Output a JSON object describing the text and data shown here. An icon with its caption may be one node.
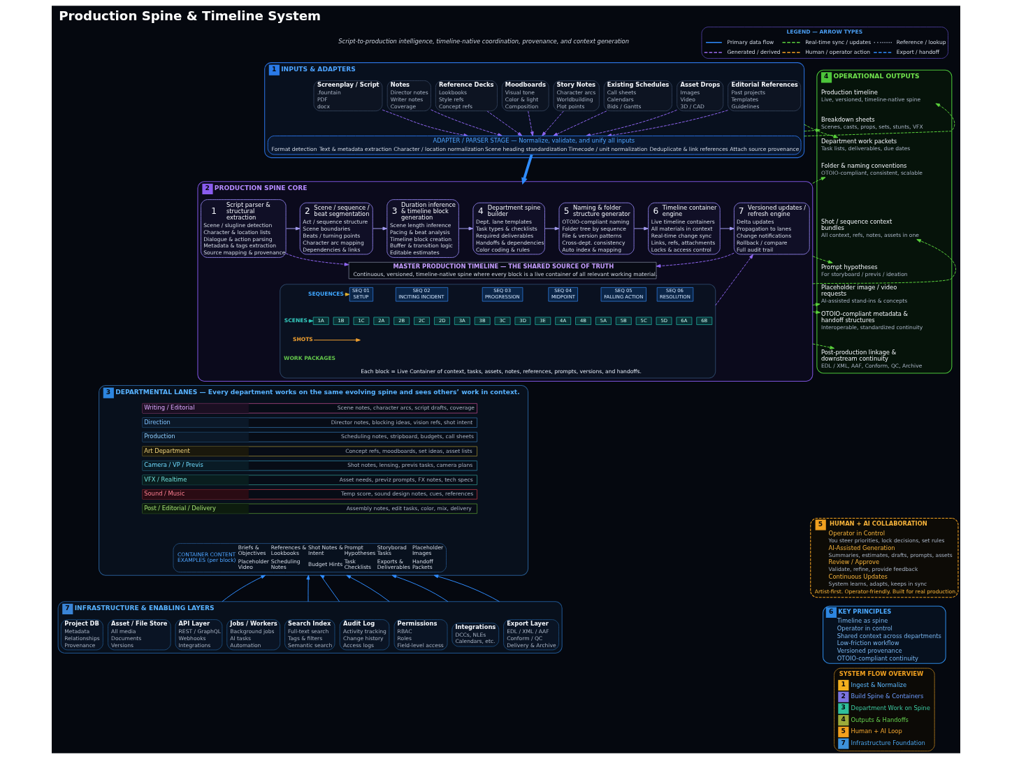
{
  "diagram": {
    "title": "Production Spine & Timeline System",
    "nodes": [
      {
        "text": [
          "1",
          "INPUTS & ADAPTERS"
        ]
      },
      {
        "text": [
          "Screenplay / Script",
          ".fountain",
          "PDF",
          "docx"
        ],
        "in": 0
      },
      {
        "text": [
          "Notes",
          "Director notes",
          "Writer notes",
          "Coverage"
        ],
        "in": 0
      },
      {
        "text": [
          "Reference Decks",
          "Lookbooks",
          "Style refs",
          "Concept refs"
        ],
        "in": 0
      },
      {
        "text": [
          "Moodboards",
          "Visual tone",
          "Color & light",
          "Composition"
        ],
        "in": 0
      },
      {
        "text": [
          "Story Notes",
          "Character arcs",
          "Worldbuilding",
          "Plot points"
        ],
        "in": 0
      },
      {
        "text": [
          "Existing Schedules",
          "Call sheets",
          "Calendars",
          "Bids / Gantts"
        ],
        "in": 0
      },
      {
        "text": [
          "Asset Drops",
          "Images",
          "Video",
          "3D / CAD"
        ],
        "in": 0
      },
      {
        "text": [
          "Editorial References",
          "Past projects",
          "Templates",
          "Guidelines"
        ],
        "in": 0
      },
      {
        "text": [
          "ADAPTER / PARSER STAGE — Normalize, validate, and unify all inputs",
          "Format detection",
          "Text & metadata extraction",
          "Character / location normalization",
          "Scene heading standardization",
          "Timecode / unit normalization",
          "Deduplicate & link references",
          "Attach source provenance"
        ],
        "in": 0
      },
      {
        "text": [
          "2",
          "PRODUCTION SPINE CORE"
        ]
      },
      {
        "text": [
          "1",
          "Script parser & structural extraction",
          "Scene / slugline detection",
          "Character & location lists",
          "Dialogue & action parsing",
          "Metadata & tags extraction",
          "Source mapping & provenance"
        ],
        "in": 10
      },
      {
        "text": [
          "2",
          "Scene / sequence / beat segmentation",
          "Act / sequence structure",
          "Scene boundaries",
          "Beats / turning points",
          "Character arc mapping",
          "Dependencies & links"
        ],
        "in": 10
      },
      {
        "text": [
          "3",
          "Duration inference & timeline block generation",
          "Scene length inference",
          "Pacing & beat analysis",
          "Timeline block creation",
          "Buffer & transition logic",
          "Editable estimates"
        ],
        "in": 10
      },
      {
        "text": [
          "4",
          "Department spine builder",
          "Dept. lane templates",
          "Task types & checklists",
          "Required deliverables",
          "Handoffs & dependencies",
          "Color coding & rules"
        ],
        "in": 10
      },
      {
        "text": [
          "5",
          "Naming & folder structure generator",
          "OTOIO-compliant naming",
          "Folder tree by sequence",
          "File & version patterns",
          "Cross-dept. consistency",
          "Auto index & mapping"
        ],
        "in": 10
      },
      {
        "text": [
          "6",
          "Timeline container engine",
          "Live timeline containers",
          "All materials in context",
          "Real-time change sync",
          "Links, refs, attachments",
          "Locks & access control"
        ],
        "in": 10
      },
      {
        "text": [
          "7",
          "Versioned updates / refresh engine",
          "Delta updates",
          "Propagation to lanes",
          "Change notifications",
          "Rollback / compare",
          "Full audit trail"
        ],
        "in": 10
      },
      {
        "text": [
          "MASTER PRODUCTION TIMELINE — THE SHARED SOURCE OF TRUTH",
          "Continuous, versioned, timeline-native spine where every block is a live container of all relevant working material."
        ],
        "in": 10
      },
      {
        "text": [
          "Each block = Live Container of context, tasks, assets, notes, references, prompts, versions, and handoffs."
        ],
        "in": 10
      },
      {
        "text": [
          "SEQUENCES"
        ],
        "in": 19
      },
      {
        "text": [
          "SEQ 01",
          "SETUP"
        ],
        "in": 19
      },
      {
        "text": [
          "SEQ 02",
          "INCITING INCIDENT"
        ],
        "in": 19
      },
      {
        "text": [
          "SEQ 03",
          "PROGRESSION"
        ],
        "in": 19
      },
      {
        "text": [
          "SEQ 04",
          "MIDPOINT"
        ],
        "in": 19
      },
      {
        "text": [
          "SEQ 05",
          "FALLING ACTION"
        ],
        "in": 19
      },
      {
        "text": [
          "SEQ 06",
          "RESOLUTION"
        ],
        "in": 19
      },
      {
        "text": [
          "SCENES"
        ],
        "in": 19
      },
      {
        "text": [
          "1A"
        ],
        "in": 19
      },
      {
        "text": [
          "1B"
        ],
        "in": 19
      },
      {
        "text": [
          "1C"
        ],
        "in": 19
      },
      {
        "text": [
          "2A"
        ],
        "in": 19
      },
      {
        "text": [
          "2B"
        ],
        "in": 19
      },
      {
        "text": [
          "2C"
        ],
        "in": 19
      },
      {
        "text": [
          "2D"
        ],
        "in": 19
      },
      {
        "text": [
          "3A"
        ],
        "in": 19
      },
      {
        "text": [
          "3B"
        ],
        "in": 19
      },
      {
        "text": [
          "3C"
        ],
        "in": 19
      },
      {
        "text": [
          "3D"
        ],
        "in": 19
      },
      {
        "text": [
          "3E"
        ],
        "in": 19
      },
      {
        "text": [
          "4A"
        ],
        "in": 19
      },
      {
        "text": [
          "4B"
        ],
        "in": 19
      },
      {
        "text": [
          "5A"
        ],
        "in": 19
      },
      {
        "text": [
          "5B"
        ],
        "in": 19
      },
      {
        "text": [
          "5C"
        ],
        "in": 19
      },
      {
        "text": [
          "5D"
        ],
        "in": 19
      },
      {
        "text": [
          "6A"
        ],
        "in": 19
      },
      {
        "text": [
          "6B"
        ],
        "in": 19
      },
      {
        "text": [
          "SHOTS"
        ],
        "in": 19
      },
      {
        "text": [
          "3",
          "DEPARTMENTAL LANES — Every department works on the same evolving spine and sees others’ work in context."
        ]
      },
      {
        "text": [
          "Writing / Editorial",
          "Scene notes, character arcs, script drafts, coverage"
        ],
        "in": 49
      },
      {
        "text": [
          "Direction",
          "Director notes, blocking ideas, vision refs, shot intent"
        ],
        "in": 49
      },
      {
        "text": [
          "Production",
          "Scheduling notes, stripboard, budgets, call sheets"
        ],
        "in": 49
      },
      {
        "text": [
          "Art Department",
          "Concept refs, moodboards, set ideas, asset lists"
        ],
        "in": 49
      },
      {
        "text": [
          "Camera / VP / Previs",
          "Shot notes, lensing, previs tasks, camera plans"
        ],
        "in": 49
      },
      {
        "text": [
          "VFX / Realtime",
          "Asset needs, previz prompts, FX notes, tech specs"
        ],
        "in": 49
      },
      {
        "text": [
          "Sound / Music",
          "Temp score, sound design notes, cues, references"
        ],
        "in": 49
      },
      {
        "text": [
          "Post / Editorial / Delivery",
          "Assembly notes, edit tasks, color, mix, delivery"
        ],
        "in": 49
      },
      {
        "text": [
          "CONTAINER CONTENT EXAMPLES (per block)",
          "Briefs & Objectives",
          "References & Lookbooks",
          "Shot Notes & Intent",
          "Prompt Hypotheses",
          "Storyborad Tasks",
          "Placeholder Images",
          "Placeholder Video",
          "Scheduling Notes",
          "Budget Hints",
          "Task Checklists",
          "Exports & Deliverables",
          "Handoff Packets"
        ],
        "in": 49
      },
      {
        "text": [
          "4",
          "OPERATIONAL OUTPUTS"
        ]
      },
      {
        "text": [
          "Production timeline",
          "Live, versioned, timeline-native spine"
        ],
        "in": 59
      },
      {
        "text": [
          "Breakdown sheets",
          "Scenes, casts, props, sets, stunts, VFX"
        ],
        "in": 59
      },
      {
        "text": [
          "Department work packets",
          "Task lists, deliverables, due dates"
        ],
        "in": 59
      },
      {
        "text": [
          "Folder & naming conventions",
          "OTOIO-compliant, consistent, scalable"
        ],
        "in": 59
      },
      {
        "text": [
          "Shot / sequence context bundles",
          "All context, refs, notes, assets in one"
        ],
        "in": 59
      },
      {
        "text": [
          "Prompt hypotheses",
          "For storyboard / previs / ideation"
        ],
        "in": 59
      },
      {
        "text": [
          "Placeholder image / video requests",
          "AI-assisted stand-ins & concepts"
        ],
        "in": 59
      },
      {
        "text": [
          "OTOIO-compliant metadata & handoff structures",
          "Interoperable, standardized continuity"
        ],
        "in": 59
      },
      {
        "text": [
          "Post-production linkage & downstream continuity",
          "EDL / XML, AAF, Conform, QC, Archive"
        ],
        "in": 59
      },
      {
        "text": [
          "5",
          "HUMAN + AI COLLABORATION",
          "Operator in Control",
          "You steer priorities, lock decisions, set rules",
          "AI-Assisted Generation",
          "Summaries, estimates, drafts, prompts, assets",
          "Review / Approve",
          "Validate, refine, provide feedback",
          "Continuous Updates",
          "System learns, adapts, keeps in sync",
          "Artist-first. Operator-friendly. Built for real production."
        ]
      },
      {
        "text": [
          "6",
          "KEY PRINCIPLES",
          "Timeline as spine",
          "Operator in control",
          "Shared context across departments",
          "Low-friction workflow",
          "Versioned provenance",
          "OTOIO-compliant continuity"
        ]
      },
      {
        "text": [
          "7",
          "INFRASTRUCTURE & ENABLING LAYERS"
        ]
      },
      {
        "text": [
          "Project DB",
          "Metadata",
          "Relationships",
          "Provenance"
        ],
        "in": 71
      },
      {
        "text": [
          "Asset / File Store",
          "All media",
          "Documents",
          "Versions"
        ],
        "in": 71
      },
      {
        "text": [
          "API Layer",
          "REST / GraphQL",
          "Webhooks",
          "Integrations"
        ],
        "in": 71
      },
      {
        "text": [
          "Jobs / Workers",
          "Background jobs",
          "AI tasks",
          "Automation"
        ],
        "in": 71
      },
      {
        "text": [
          "Search Index",
          "Full-text search",
          "Tags & filters",
          "Semantic search"
        ],
        "in": 71
      },
      {
        "text": [
          "Audit Log",
          "Activity tracking",
          "Change history",
          "Access logs"
        ],
        "in": 71
      },
      {
        "text": [
          "Permissions",
          "RBAC",
          "Roles",
          "Field-level access"
        ],
        "in": 71
      },
      {
        "text": [
          "Integrations",
          "DCCs, NLEs",
          "Calendars, etc."
        ],
        "in": 71
      },
      {
        "text": [
          "Export Layer",
          "EDL / XML / AAF",
          "Conform / QC",
          "Delivery & Archive"
        ],
        "in": 71
      },
      {
        "text": [
          "SYSTEM FLOW OVERVIEW",
          "1",
          "Ingest & Normalize",
          "2",
          "Build Spine & Containers",
          "3",
          "Department Work on Spine",
          "4",
          "Outputs & Handoffs",
          "5",
          "Human + AI Loop",
          "7",
          "Infrastructure Foundation"
        ]
      }
    ],
    "edges": [
      {
        "from": 1,
        "to": 9,
        "arrow": "to",
        "style": "dashed"
      },
      {
        "from": 2,
        "to": 9,
        "arrow": "to",
        "style": "dashed"
      },
      {
        "from": 3,
        "to": 9,
        "arrow": "to",
        "style": "dashed"
      },
      {
        "from": 4,
        "to": 9,
        "arrow": "to",
        "style": "dashed"
      },
      {
        "from": 5,
        "to": 9,
        "arrow": "to",
        "style": "dashed"
      },
      {
        "from": 6,
        "to": 9,
        "arrow": "to",
        "style": "dashed"
      },
      {
        "from": 7,
        "to": 9,
        "arrow": "to",
        "style": "dashed"
      },
      {
        "from": 8,
        "to": 9,
        "arrow": "to",
        "style": "dashed"
      },
      {
        "from": 9,
        "to": 10,
        "arrow": "to",
        "style": "thick",
        "color": "#2f8cff"
      },
      {
        "from": 11,
        "to": 12,
        "arrow": "to",
        "color": "#a49cf0"
      },
      {
        "from": 12,
        "to": 13,
        "arrow": "to",
        "color": "#a49cf0"
      },
      {
        "from": 13,
        "to": 14,
        "arrow": "to",
        "color": "#a49cf0"
      },
      {
        "from": 14,
        "to": 15,
        "arrow": "to",
        "color": "#a49cf0"
      },
      {
        "from": 15,
        "to": 16,
        "arrow": "to",
        "color": "#a49cf0"
      },
      {
        "from": 16,
        "to": 17,
        "arrow": "to",
        "color": "#a49cf0"
      },
      {
        "from": 11,
        "to": 18,
        "arrow": "to",
        "style": "dashed"
      },
      {
        "from": 17,
        "to": 18,
        "arrow": "to",
        "style": "dashed"
      },
      {
        "from": 19,
        "to": 17,
        "arrow": "to",
        "style": "dashed"
      },
      {
        "from": 20,
        "to": 21,
        "arrow": "to",
        "color": "#e0b030"
      },
      {
        "from": 27,
        "to": 28,
        "arrow": "to",
        "color": "#2cc5b5"
      },
      {
        "from": 48,
        "to": null,
        "arrow": "to",
        "color": "#f0a030"
      },
      {
        "from": 0,
        "to": 60,
        "arrow": "to",
        "style": "dashed",
        "color": "#5ad23c"
      },
      {
        "from": 0,
        "to": 61,
        "arrow": "to",
        "style": "dashed",
        "color": "#5ad23c"
      },
      {
        "from": 0,
        "to": 62,
        "arrow": "to",
        "style": "dashed",
        "color": "#5ad23c"
      },
      {
        "from": 10,
        "to": 63,
        "arrow": "to",
        "style": "dashed",
        "color": "#5ad23c"
      },
      {
        "from": 10,
        "to": 64,
        "arrow": "to",
        "style": "dashed",
        "color": "#5ad23c"
      },
      {
        "from": 10,
        "to": 65,
        "arrow": "to",
        "style": "dashed",
        "color": "#5ad23c"
      },
      {
        "from": 10,
        "to": 66,
        "arrow": "to",
        "style": "dashed",
        "color": "#5ad23c"
      },
      {
        "from": 10,
        "to": 67,
        "arrow": "to",
        "style": "dashed",
        "color": "#5ad23c"
      },
      {
        "from": 10,
        "to": 68,
        "arrow": "to",
        "style": "dashed",
        "color": "#5ad23c"
      },
      {
        "from": 71,
        "to": 49,
        "arrow": "to",
        "color": "#2f8cff"
      },
      {
        "from": 71,
        "to": 49,
        "arrow": "to",
        "color": "#2f8cff"
      },
      {
        "from": 71,
        "to": 49,
        "arrow": "to",
        "color": "#2f8cff"
      },
      {
        "from": 71,
        "to": 49,
        "arrow": "to",
        "color": "#2f8cff"
      },
      {
        "from": 71,
        "to": 49,
        "arrow": "to",
        "color": "#2f8cff"
      },
      {
        "from": 71,
        "to": 49,
        "arrow": "to",
        "color": "#2f8cff"
      }
    ],
    "labels": [
      "Script-to-production intelligence, timeline-native coordination, provenance, and context generation",
      "LEGEND — ARROW TYPES",
      "WORK PACKAGES"
    ],
    "legend": [
      {
        "text": "Primary data flow"
      },
      {
        "text": "Real-time sync / updates"
      },
      {
        "text": "Reference / lookup"
      },
      {
        "text": "Generated / derived"
      },
      {
        "text": "Human / operator action"
      },
      {
        "text": "Export / handoff"
      }
    ]
  }
}
